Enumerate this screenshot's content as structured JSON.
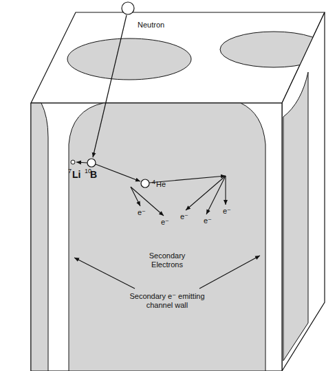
{
  "diagram": {
    "labels": [
      "Neutron",
      "7",
      "Li",
      "10",
      "B",
      "4",
      "He",
      "e⁻",
      "e⁻",
      "e⁻",
      "e⁻",
      "e⁻",
      "Secondary Electrons",
      "Secondary e⁻ emitting channel wall"
    ]
  }
}
